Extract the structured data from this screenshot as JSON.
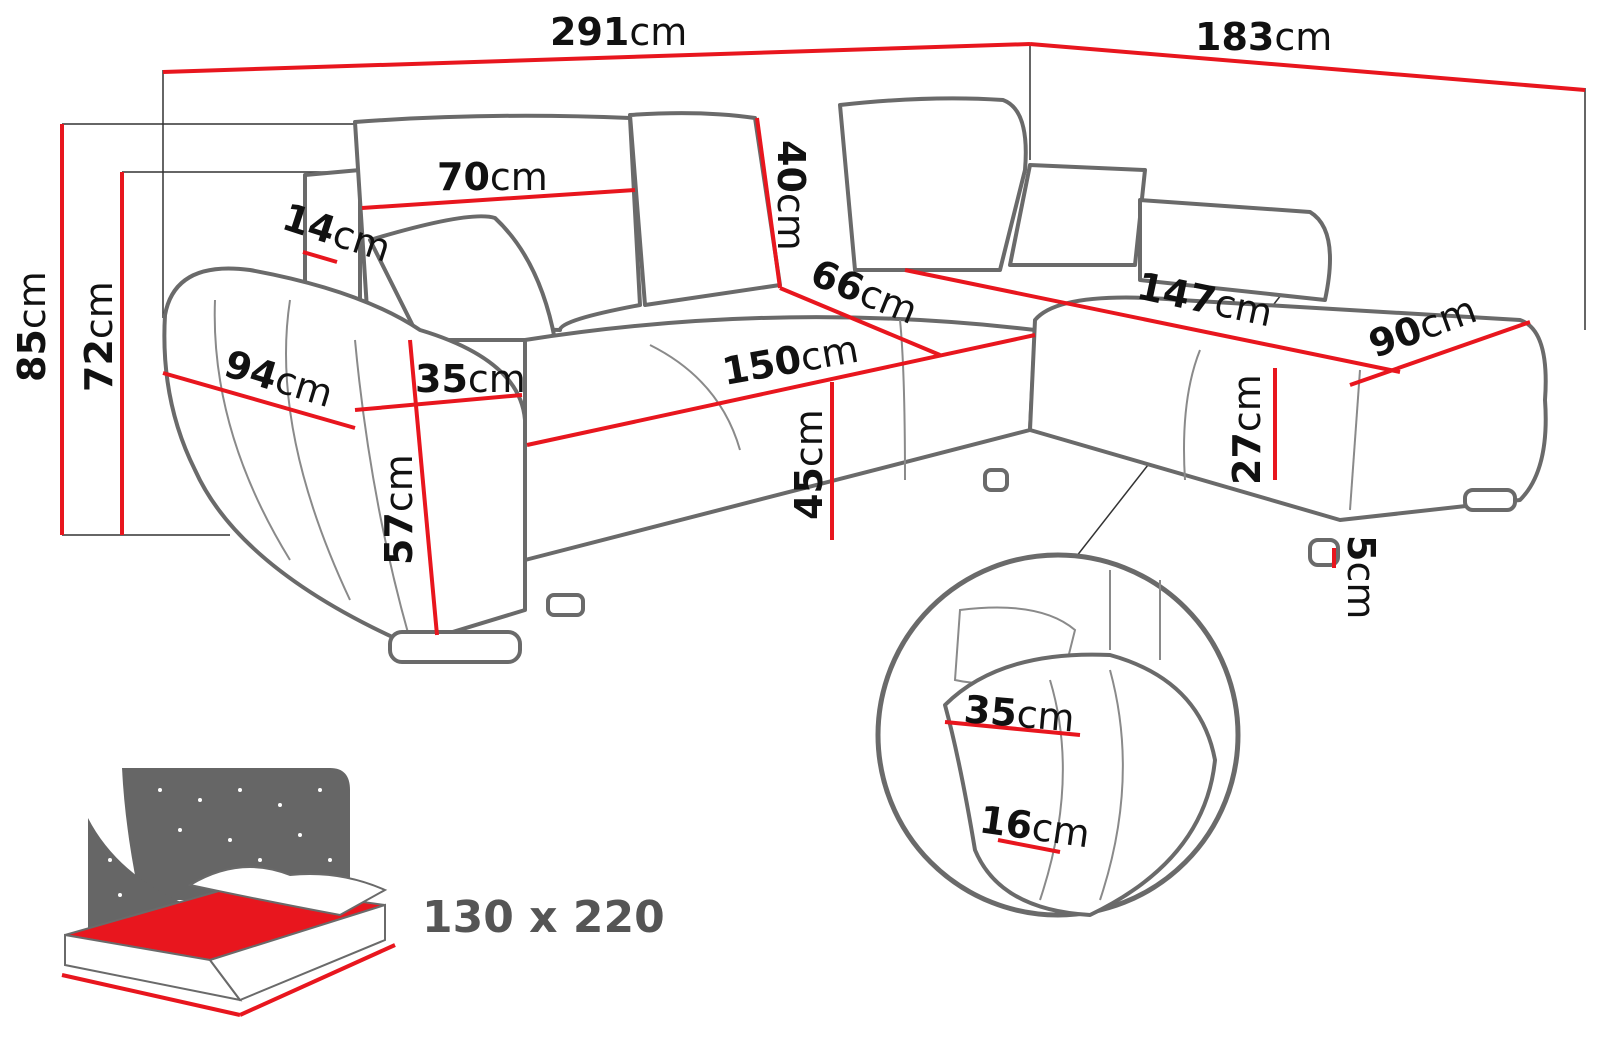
{
  "title": "Corner sofa dimensions",
  "unit": "cm",
  "dimensions": {
    "total_width": "291",
    "side_depth": "183",
    "back_cushion_width": "70",
    "back_cushion_height": "40",
    "armrest_top": "14",
    "seat_depth": "66",
    "chaise_length": "147",
    "chaise_width": "90",
    "total_height": "85",
    "back_height": "72",
    "total_depth": "94",
    "armrest_width": "35",
    "seat_width": "150",
    "seat_height": "45",
    "armrest_height": "57",
    "chaise_height": "27",
    "leg_height": "5"
  },
  "detail_inset": {
    "armrest_width": "35",
    "armrest_side": "16"
  },
  "bed": {
    "size_label": "130 x 220"
  },
  "colors": {
    "dimension_line": "#e8161e",
    "outline": "#6a6a6a",
    "bed_surface": "#e8161e"
  }
}
